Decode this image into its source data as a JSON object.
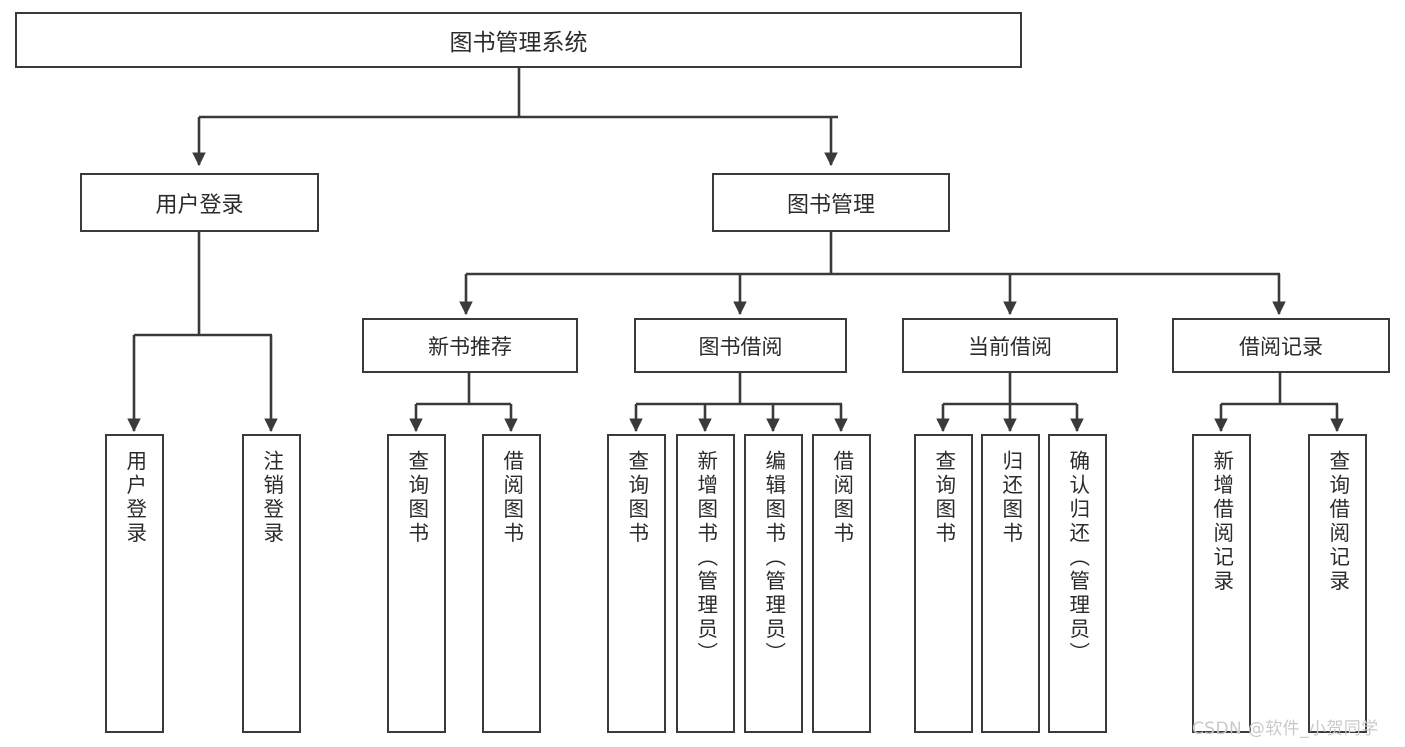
{
  "diagram": {
    "title": "图书管理系统",
    "type": "hierarchy-tree",
    "colors": {
      "box_border": "#3a3a3a",
      "box_fill": "#ffffff",
      "edge": "#3a3a3a",
      "text": "#2b2b2b",
      "watermark": "#c9c9c9",
      "background": "#ffffff"
    },
    "root": {
      "label": "图书管理系统"
    },
    "level1": [
      {
        "label": "用户登录"
      },
      {
        "label": "图书管理"
      }
    ],
    "level2": [
      {
        "label": "新书推荐"
      },
      {
        "label": "图书借阅"
      },
      {
        "label": "当前借阅"
      },
      {
        "label": "借阅记录"
      }
    ],
    "leaves": {
      "user_login": [
        {
          "label": "用户登录"
        },
        {
          "label": "注销登录"
        }
      ],
      "new_book_recommend": [
        {
          "label": "查询图书"
        },
        {
          "label": "借阅图书"
        }
      ],
      "book_borrow": [
        {
          "label": "查询图书"
        },
        {
          "label": "新增图书（管理员）"
        },
        {
          "label": "编辑图书（管理员）"
        },
        {
          "label": "借阅图书"
        }
      ],
      "current_borrow": [
        {
          "label": "查询图书"
        },
        {
          "label": "归还图书"
        },
        {
          "label": "确认归还（管理员）"
        }
      ],
      "borrow_record": [
        {
          "label": "新增借阅记录"
        },
        {
          "label": "查询借阅记录"
        }
      ]
    },
    "watermark": "CSDN @软件_小贺同学"
  }
}
